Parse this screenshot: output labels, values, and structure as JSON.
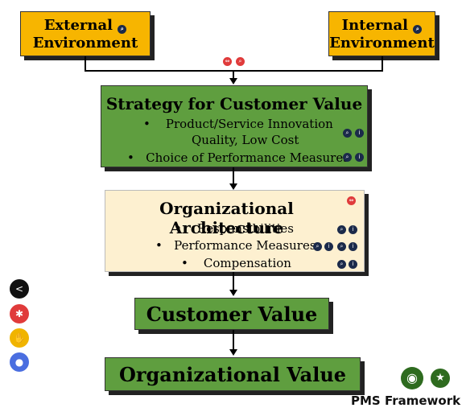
{
  "external": {
    "line1": "External",
    "line2": "Environment"
  },
  "internal": {
    "line1": "Internal",
    "line2": "Environment"
  },
  "strategy": {
    "title": "Strategy for Customer Value",
    "bullets": [
      "Product/Service Innovation",
      "Quality, Low Cost",
      "Choice of Performance Measures"
    ]
  },
  "architecture": {
    "title": "Organizational Architecture",
    "bullets": [
      "Responsibilities",
      "Performance Measures",
      "Compensation"
    ]
  },
  "customer_value": {
    "title": "Customer Value"
  },
  "organizational_value": {
    "title": "Organizational Value"
  },
  "footer": {
    "label": "PMS Framework"
  },
  "colors": {
    "env": "#f7b500",
    "green": "#5f9e3f",
    "beige": "#fdf0d0"
  }
}
